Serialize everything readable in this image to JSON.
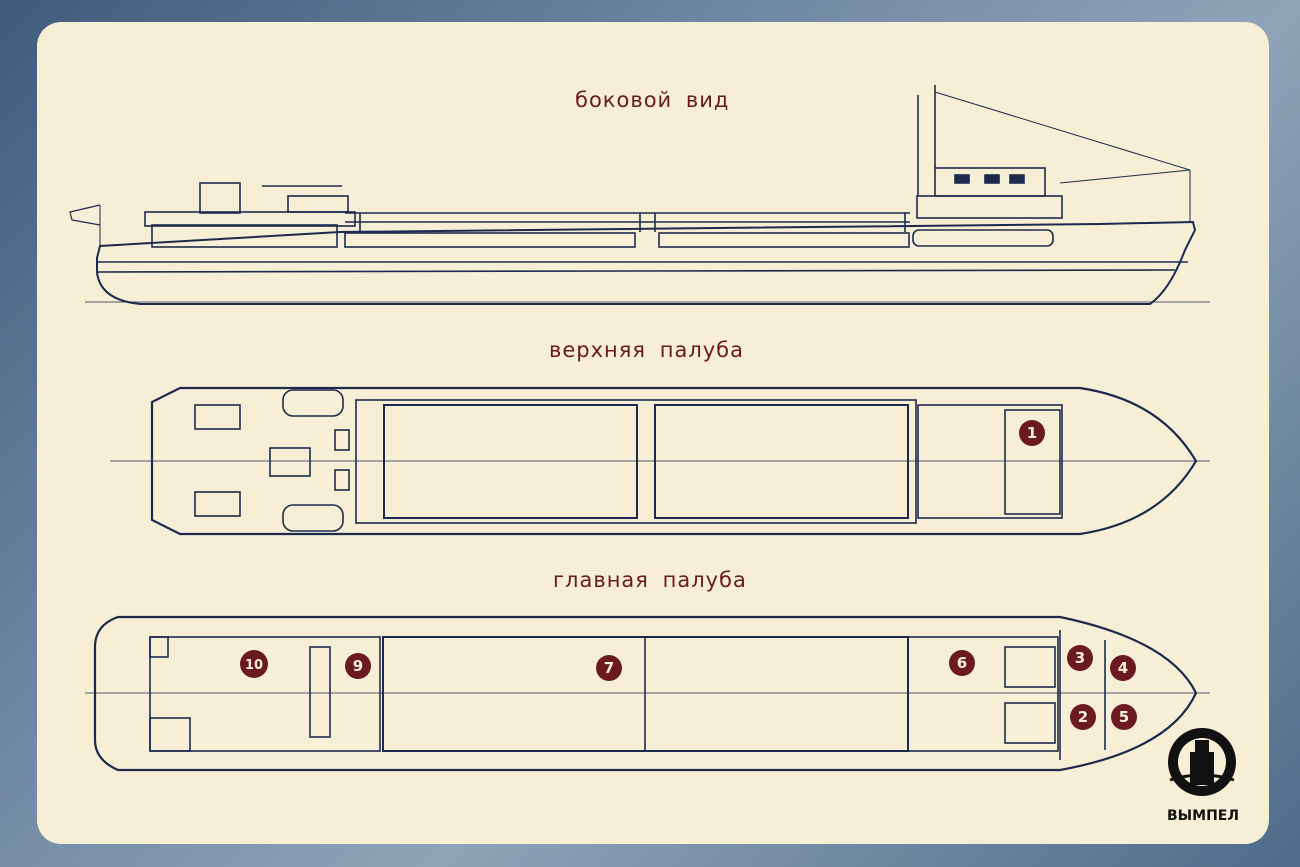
{
  "titles": {
    "side_view": "боковой вид",
    "upper_deck": "верхняя палуба",
    "main_deck": "главная палуба"
  },
  "markers": [
    {
      "id": "1",
      "label": "1"
    },
    {
      "id": "2",
      "label": "2"
    },
    {
      "id": "3",
      "label": "3"
    },
    {
      "id": "4",
      "label": "4"
    },
    {
      "id": "5",
      "label": "5"
    },
    {
      "id": "6",
      "label": "6"
    },
    {
      "id": "7",
      "label": "7"
    },
    {
      "id": "9",
      "label": "9"
    },
    {
      "id": "10",
      "label": "10"
    }
  ],
  "brand": {
    "name": "ВЫМПЕЛ",
    "logo_icon": "tower-logo-icon"
  },
  "colors": {
    "line": "#1d2a4d",
    "marker": "#6b1a1f",
    "title": "#6b1a1f",
    "paper": "#f6efd6"
  }
}
